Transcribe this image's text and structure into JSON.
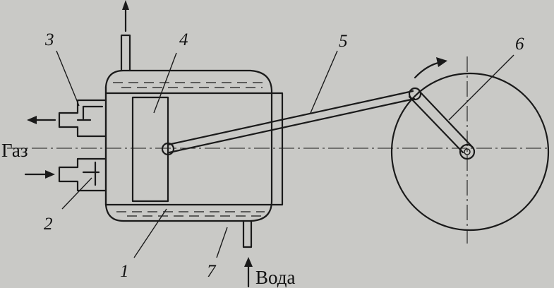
{
  "labels": {
    "n1": "1",
    "n2": "2",
    "n3": "3",
    "n4": "4",
    "n5": "5",
    "n6": "6",
    "n7": "7"
  },
  "text": {
    "gas": "Газ",
    "water": "Вода"
  }
}
